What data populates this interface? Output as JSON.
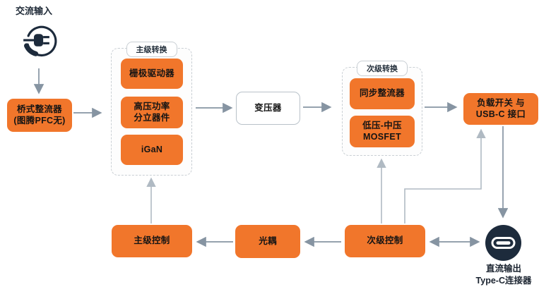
{
  "labels": {
    "ac_input": "交流输入",
    "dc_output": "直流输出\nType-C连接器"
  },
  "nodes": {
    "bridge_rectifier": "桥式整流器\n(图腾PFC无)",
    "transformer": "变压器",
    "load_switch": "负载开关 与\nUSB-C 接口",
    "primary_control": "主级控制",
    "optocoupler": "光耦",
    "secondary_control": "次级控制"
  },
  "groups": {
    "primary": {
      "label": "主级转换",
      "items": [
        "栅极驱动器",
        "高压功率\n分立器件",
        "iGaN"
      ]
    },
    "secondary": {
      "label": "次级转换",
      "items": [
        "同步整流器",
        "低压-中压\nMOSFET"
      ]
    }
  },
  "icons": {
    "ac_plug": "ac-plug-icon",
    "usb_c": "usb-c-connector-icon"
  },
  "colors": {
    "accent_orange": "#F1762B",
    "navy": "#1D2B3C",
    "arrow_gray": "#8694A2",
    "arrow_light_gray": "#B0BAC3",
    "dashed_border_gray": "#C9CFD4",
    "background": "#FFFFFF"
  }
}
